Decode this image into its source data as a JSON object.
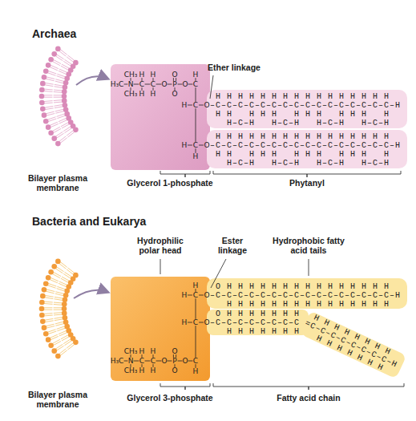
{
  "diagram": {
    "labels": [
      "Archaea",
      "Ether linkage",
      "Bilayer plasma membrane",
      "Glycerol 1-phosphate",
      "Phytanyl",
      "H₃C",
      "N",
      "C",
      "C",
      "O",
      "P",
      "O",
      "C",
      "CH₃",
      "H",
      "H",
      "O",
      "H",
      "CH₃",
      "H",
      "H",
      "O",
      "H",
      "C",
      "O",
      "H",
      "C",
      "O",
      "H",
      " H H H H H H H H H H H H H H H H",
      "–C–C–C–C–C–C–C–C–C–C–C–C–C–C–C–C–H",
      " H H   H H H   H H H   H H H   H",
      "   H–C–H   H–C–H   H–C–H   H–C–H",
      " H H H H H H H H H H H H H H H H",
      "–C–C–C–C–C–C–C–C–C–C–C–C–C–C–C–C–H",
      " H H   H H H   H H H   H H H   H",
      "   H–C–H   H–C–H   H–C–H   H–C–H",
      "Bacteria and Eukarya",
      "Hydrophilic polar head",
      "Ester linkage",
      "Hydrophobic fatty acid tails",
      "Bilayer plasma membrane",
      "Glycerol 3-phosphate",
      "Fatty acid chain",
      "H₃C",
      "N",
      "C",
      "C",
      "O",
      "P",
      "O",
      "C",
      "CH₃",
      "H",
      "H",
      "O",
      "CH₃",
      "H",
      "H",
      "O",
      "H",
      "H",
      "C",
      "O",
      "H",
      "C",
      "O",
      "H",
      " O H H H H H H H H H H H H H H H",
      "–C–C–C–C–C–C–C–C–C–C–C–C–C–C–C–C–H",
      "   H H H H H H H H H H H H H H H",
      " O H H H H H H H",
      "–C–C–C–C–C–C–C–C",
      "   H H H H H H H",
      " H H H H H H H H",
      "=C–C–C–C–C–C–C–C–H",
      "   H H H H H H H"
    ]
  }
}
